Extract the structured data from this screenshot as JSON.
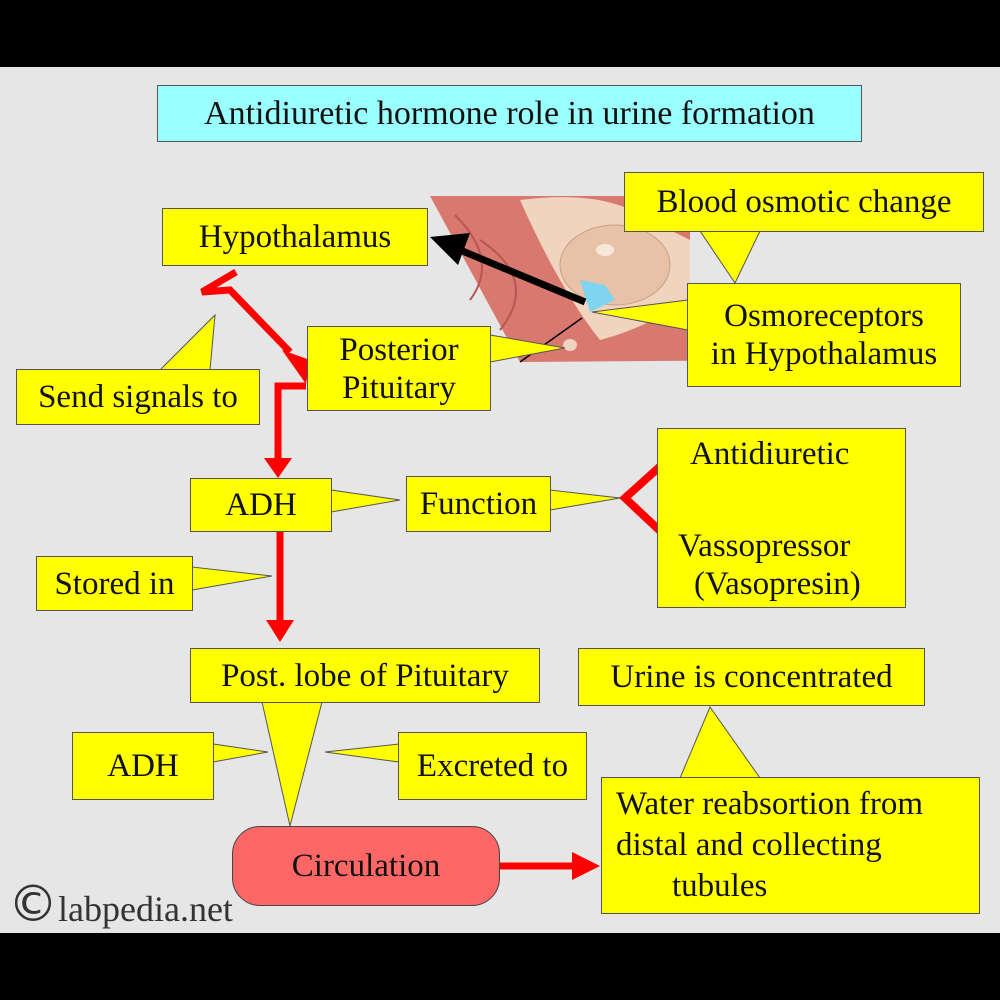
{
  "title": "Antidiuretic hormone role in urine formation",
  "nodes": {
    "hypothalamus": "Hypothalamus",
    "blood_osmotic": "Blood osmotic change",
    "osmoreceptors_1": "Osmoreceptors",
    "osmoreceptors_2": "in Hypothalamus",
    "posterior_1": "Posterior",
    "posterior_2": "Pituitary",
    "send_signals": "Send signals to",
    "adh": "ADH",
    "function": "Function",
    "antidiuretic": "Antidiuretic",
    "vassopressor": "Vassopressor",
    "vasopresin": "(Vasopresin)",
    "stored_in": "Stored in",
    "post_lobe": "Post. lobe of Pituitary",
    "adh2": "ADH",
    "excreted_to": "Excreted to",
    "urine": "Urine is concentrated",
    "water_1": "Water reabsortion from",
    "water_2": "distal and collecting",
    "water_3": "tubules",
    "circulation": "Circulation"
  },
  "watermark": {
    "symbol": "©",
    "text": "labpedia.net"
  },
  "colors": {
    "box": "#ffff00",
    "title": "#99ffff",
    "circulation": "#ff6666",
    "arrow": "#ff0000",
    "background": "#e6e6e6"
  }
}
